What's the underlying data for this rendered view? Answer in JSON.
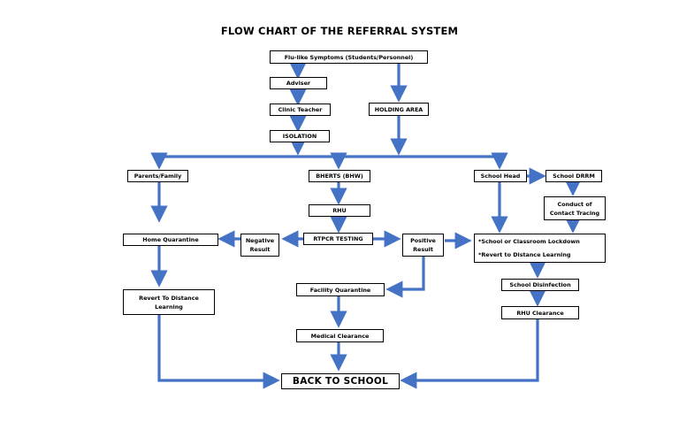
{
  "title": "FLOW CHART OF THE REFERRAL SYSTEM",
  "nodes": {
    "flu_symptoms": "Flu-like Symptoms (Students/Personnel)",
    "adviser": "Adviser",
    "clinic_teacher": "Clinic Teacher",
    "holding_area": "HOLDING AREA",
    "isolation": "ISOLATION",
    "parents_family": "Parents/Family",
    "bherts": "BHERTS (BHW)",
    "school_head": "School Head",
    "school_drrm": "School DRRM",
    "contact_tracing": [
      "Conduct of",
      "Contact Tracing"
    ],
    "rhu": "RHU",
    "home_quarantine": "Home Quarantine",
    "negative_result": [
      "Negative",
      "Result"
    ],
    "rtpcr_testing": "RTPCR TESTING",
    "positive_result": [
      "Positive",
      "Result"
    ],
    "lockdown": [
      "*School or Classroom Lockdown",
      "*Revert to Distance Learning"
    ],
    "revert_distance": [
      "Revert To Distance",
      "Learning"
    ],
    "facility_quarantine": "Facility Quarantine",
    "school_disinfection": "School Disinfection",
    "medical_clearance": "Medical Clearance",
    "rhu_clearance": "RHU Clearance",
    "back_to_school": "BACK TO SCHOOL"
  },
  "colors": {
    "arrow": "#4472c4",
    "border": "#000000"
  }
}
